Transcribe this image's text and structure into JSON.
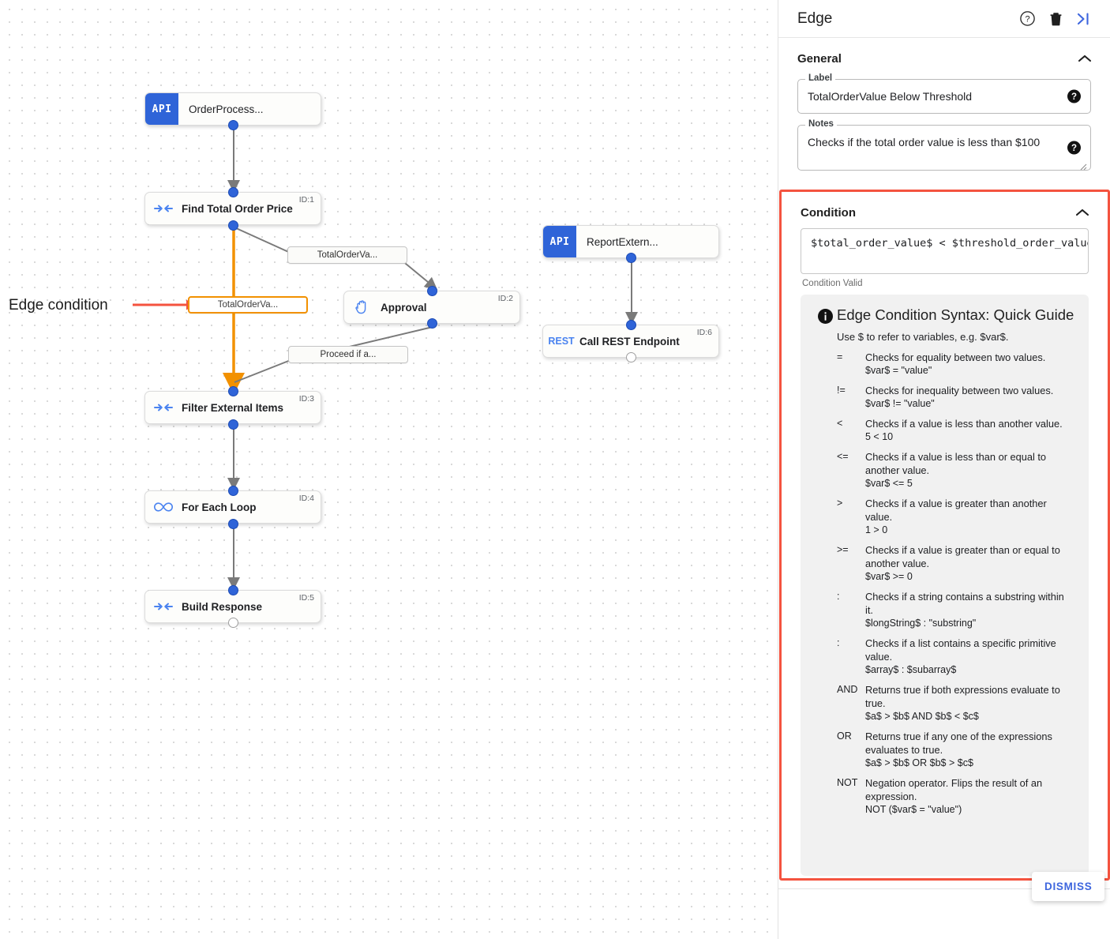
{
  "canvas": {
    "annotation": {
      "text": "Edge condition",
      "arrow_color": "#f4533f"
    },
    "nodes": [
      {
        "key": "orderprocess",
        "title": "OrderProcess...",
        "badge": "API",
        "id": "",
        "kind": "api"
      },
      {
        "key": "find_total_order_price",
        "title": "Find Total Order Price",
        "badge": "",
        "id": "ID:1",
        "kind": "converge"
      },
      {
        "key": "approval",
        "title": "Approval",
        "badge": "",
        "id": "ID:2",
        "kind": "hand"
      },
      {
        "key": "filter_external_items",
        "title": "Filter External Items",
        "badge": "",
        "id": "ID:3",
        "kind": "converge"
      },
      {
        "key": "for_each_loop",
        "title": "For Each Loop",
        "badge": "",
        "id": "ID:4",
        "kind": "loop"
      },
      {
        "key": "build_response",
        "title": "Build Response",
        "badge": "",
        "id": "ID:5",
        "kind": "converge"
      },
      {
        "key": "reportextern",
        "title": "ReportExtern...",
        "badge": "API",
        "id": "",
        "kind": "api"
      },
      {
        "key": "call_rest_endpoint",
        "title": "Call REST Endpoint",
        "badge": "REST",
        "id": "ID:6",
        "kind": "rest"
      }
    ],
    "edge_labels": [
      {
        "key": "to_approval",
        "text": "TotalOrderVa...",
        "selected": false
      },
      {
        "key": "selected_condition",
        "text": "TotalOrderVa...",
        "selected": true
      },
      {
        "key": "proceed",
        "text": "Proceed if a...",
        "selected": false
      }
    ]
  },
  "panel": {
    "title": "Edge",
    "icons": {
      "help": "help-circle-icon",
      "delete": "trash-icon",
      "collapse": "collapse-panel-icon"
    },
    "general": {
      "heading": "General",
      "label_field": {
        "label": "Label",
        "value": "TotalOrderValue Below Threshold"
      },
      "notes_field": {
        "label": "Notes",
        "value": "Checks if the total order value is less than $100"
      }
    },
    "condition": {
      "heading": "Condition",
      "expression": "$total_order_value$ < $threshold_order_value$",
      "status": "Condition Valid",
      "highlight_color": "#f4533f",
      "guide": {
        "title": "Edge Condition Syntax: Quick Guide",
        "intro": "Use $ to refer to variables, e.g. $var$.",
        "operators": [
          {
            "symbol": "=",
            "desc": "Checks for equality between two values.",
            "example": "$var$ = \"value\""
          },
          {
            "symbol": "!=",
            "desc": "Checks for inequality between two values.",
            "example": "$var$ != \"value\""
          },
          {
            "symbol": "<",
            "desc": "Checks if a value is less than another value.",
            "example": "5 < 10"
          },
          {
            "symbol": "<=",
            "desc": "Checks if a value is less than or equal to another value.",
            "example": "$var$ <= 5"
          },
          {
            "symbol": ">",
            "desc": "Checks if a value is greater than another value.",
            "example": "1 > 0"
          },
          {
            "symbol": ">=",
            "desc": "Checks if a value is greater than or equal to another value.",
            "example": "$var$ >= 0"
          },
          {
            "symbol": ":",
            "desc": "Checks if a string contains a substring within it.",
            "example": "$longString$ : \"substring\""
          },
          {
            "symbol": ":",
            "desc": "Checks if a list contains a specific primitive value.",
            "example": "$array$ : $subarray$"
          },
          {
            "symbol": "AND",
            "desc": "Returns true if both expressions evaluate to true.",
            "example": "$a$ > $b$ AND $b$ < $c$"
          },
          {
            "symbol": "OR",
            "desc": "Returns true if any one of the expressions evaluates to true.",
            "example": "$a$ > $b$ OR $b$ > $c$"
          },
          {
            "symbol": "NOT",
            "desc": "Negation operator. Flips the result of an expression.",
            "example": "NOT ($var$ = \"value\")"
          }
        ]
      }
    },
    "footer": {
      "dismiss_label": "DISMISS",
      "dismiss_color": "#3e66de"
    }
  }
}
